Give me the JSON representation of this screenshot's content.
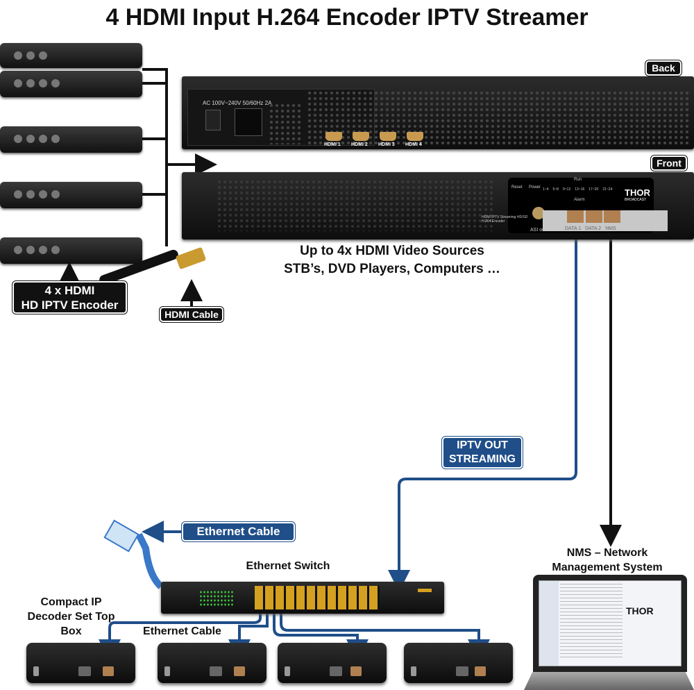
{
  "title": "4 HDMI Input H.264 Encoder IPTV Streamer",
  "labels": {
    "back": "Back",
    "front": "Front",
    "encoder_line1": "4 x HDMI",
    "encoder_line2": "HD IPTV Encoder",
    "hdmi_cable": "HDMI Cable",
    "iptv_out_line1": "IPTV OUT",
    "iptv_out_line2": "STREAMING",
    "ethernet_cable_box": "Ethernet Cable",
    "ethernet_cable_text": "Ethernet Cable",
    "ethernet_switch": "Ethernet Switch",
    "decoder": "Compact IP Decoder Set Top Box",
    "nms_line1": "NMS – Network",
    "nms_line2": "Management System",
    "sources_line1": "Up to 4x HDMI Video Sources",
    "sources_line2": "STB’s, DVD Players, Computers …"
  },
  "back_panel": {
    "power_spec": "AC 100V~240V 50/60Hz 2A",
    "ports": [
      "HDMI 1",
      "HDMI 2",
      "HDMI 3",
      "HDMI 4"
    ]
  },
  "front_panel": {
    "reset": "Reset",
    "power": "Power",
    "run": "Run",
    "alarm": "Alarm",
    "groups": [
      "1~4",
      "5~8",
      "9~12",
      "13~16",
      "17~20",
      "21~24"
    ],
    "model": "HDMI IPTV Streaming HD/SD H.264 Encoder",
    "asi": "ASI out",
    "ports": [
      "DATA 1",
      "DATA 2",
      "NMS"
    ],
    "brand": "THOR",
    "brand_sub": "BROADCAST"
  },
  "colors": {
    "blue_line": "#1f4e89",
    "label_black": "#111111",
    "led_green": "#3ddc3d",
    "led_red": "#e02020"
  }
}
